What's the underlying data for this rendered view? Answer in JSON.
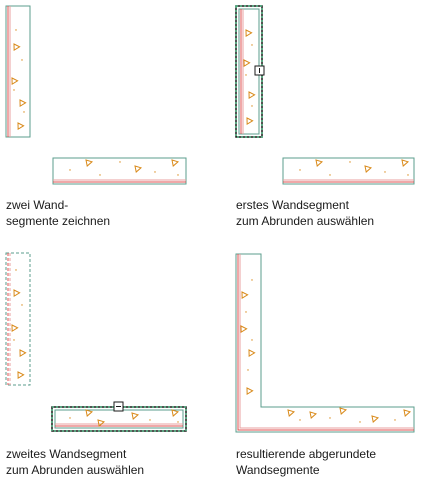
{
  "panels": [
    {
      "id": "step1",
      "caption": [
        "zwei Wand-",
        "segmente zeichnen"
      ]
    },
    {
      "id": "step2",
      "caption": [
        "erstes Wandsegment",
        "zum Abrunden auswählen"
      ]
    },
    {
      "id": "step3",
      "caption": [
        "zweites Wandsegment",
        "zum Abrunden auswählen"
      ]
    },
    {
      "id": "step4",
      "caption": [
        "resultierende abgerundete",
        "Wandsegmente"
      ]
    }
  ],
  "colors": {
    "wall_outline": "#5b9e8c",
    "wall_inner_line": "#e05050",
    "hatch": "#d98a1a",
    "selection": "#1a1a1a",
    "selection_dash": "#4caf7f"
  }
}
